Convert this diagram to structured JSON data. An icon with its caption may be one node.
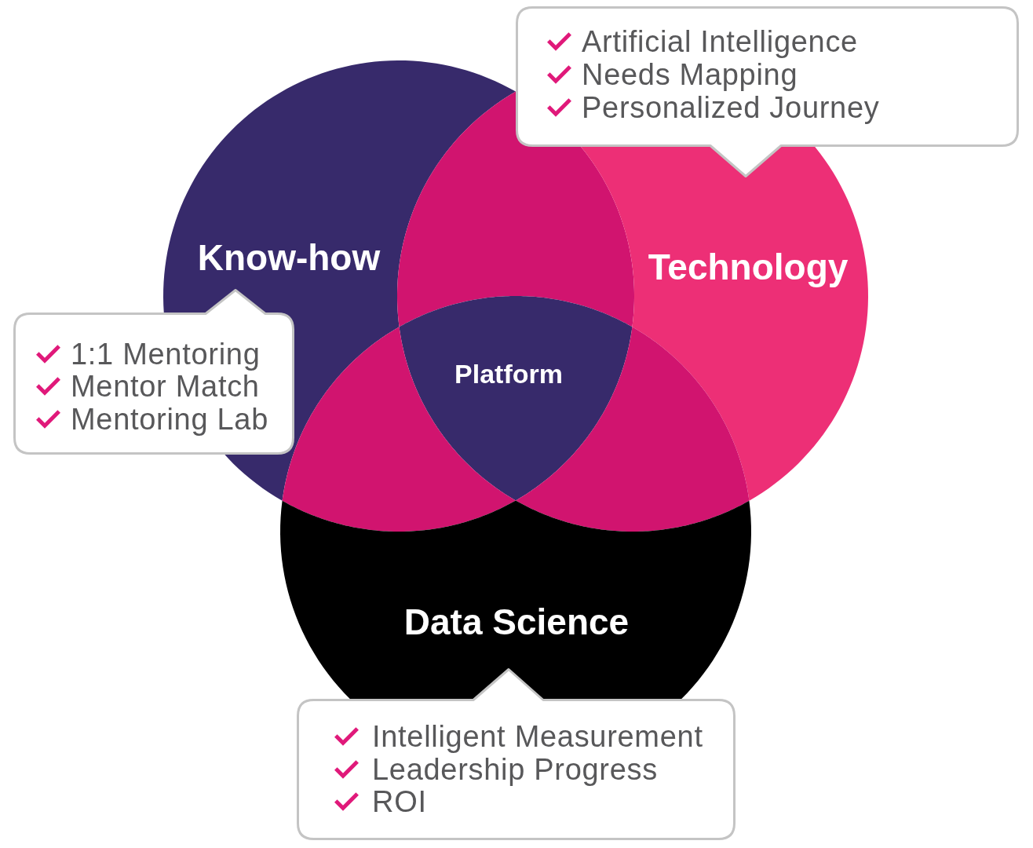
{
  "diagram": {
    "nodes": [
      {
        "text": [
          "Artificial Intelligence",
          "Needs Mapping",
          "Personalized Journey"
        ]
      },
      {
        "text": [
          "Know-how"
        ]
      },
      {
        "text": [],
        "shape": "lens"
      },
      {
        "text": [
          "Technology"
        ]
      },
      {
        "text": [
          "1:1 Mentoring",
          "Mentor Match",
          "Mentoring Lab"
        ]
      },
      {
        "text": [
          "Platform"
        ]
      },
      {
        "text": [],
        "shape": "lens"
      },
      {
        "text": [],
        "shape": "lens"
      },
      {
        "text": [
          "Data Science"
        ]
      },
      {
        "text": [
          "Intelligent Measurement",
          "Leadership Progress",
          "ROI"
        ]
      }
    ]
  }
}
